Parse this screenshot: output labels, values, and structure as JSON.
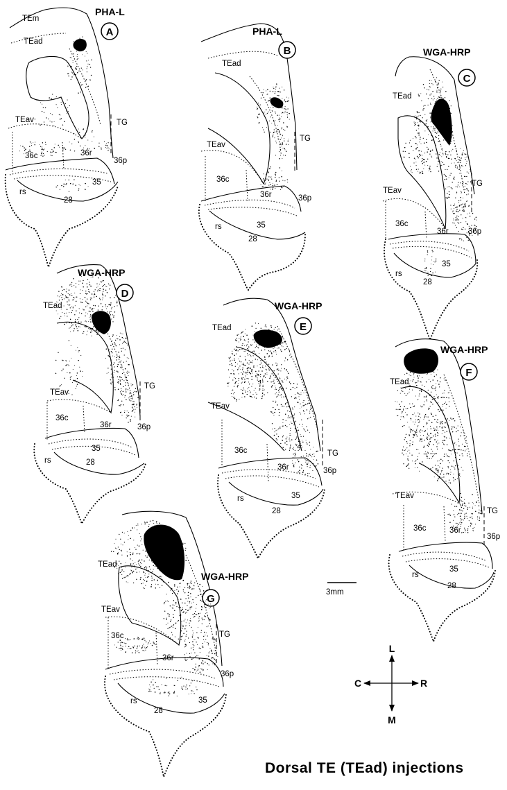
{
  "caption": "Dorsal TE (TEad) injections",
  "scale_bar": {
    "label": "3mm"
  },
  "orientation": {
    "lateral": "L",
    "medial": "M",
    "caudal": "C",
    "rostral": "R"
  },
  "panels": [
    {
      "id": "A",
      "tracer": "PHA-L",
      "labels": {
        "TEm": "TEm",
        "TEad": "TEad",
        "TEav": "TEav",
        "TG": "TG",
        "c36": "36c",
        "r36": "36r",
        "p36": "36p",
        "a35": "35",
        "a28": "28",
        "rs": "rs"
      }
    },
    {
      "id": "B",
      "tracer": "PHA-L",
      "labels": {
        "TEad": "TEad",
        "TEav": "TEav",
        "TG": "TG",
        "c36": "36c",
        "r36": "36r",
        "p36": "36p",
        "a35": "35",
        "a28": "28",
        "rs": "rs"
      }
    },
    {
      "id": "C",
      "tracer": "WGA-HRP",
      "labels": {
        "TEad": "TEad",
        "TEav": "TEav",
        "TG": "TG",
        "c36": "36c",
        "r36": "36r",
        "p36": "36p",
        "a35": "35",
        "a28": "28",
        "rs": "rs"
      }
    },
    {
      "id": "D",
      "tracer": "WGA-HRP",
      "labels": {
        "TEad": "TEad",
        "TEav": "TEav",
        "TG": "TG",
        "c36": "36c",
        "r36": "36r",
        "p36": "36p",
        "a35": "35",
        "a28": "28",
        "rs": "rs"
      }
    },
    {
      "id": "E",
      "tracer": "WGA-HRP",
      "labels": {
        "TEad": "TEad",
        "TEav": "TEav",
        "TG": "TG",
        "c36": "36c",
        "r36": "36r",
        "p36": "36p",
        "a35": "35",
        "a28": "28",
        "rs": "rs"
      }
    },
    {
      "id": "F",
      "tracer": "WGA-HRP",
      "labels": {
        "TEad": "TEad",
        "TEav": "TEav",
        "TG": "TG",
        "c36": "36c",
        "r36": "36r",
        "p36": "36p",
        "a35": "35",
        "a28": "28",
        "rs": "rs"
      }
    },
    {
      "id": "G",
      "tracer": "WGA-HRP",
      "labels": {
        "TEad": "TEad",
        "TEav": "TEav",
        "TG": "TG",
        "c36": "36c",
        "r36": "36r",
        "p36": "36p",
        "a35": "35",
        "a28": "28",
        "rs": "rs"
      }
    }
  ]
}
